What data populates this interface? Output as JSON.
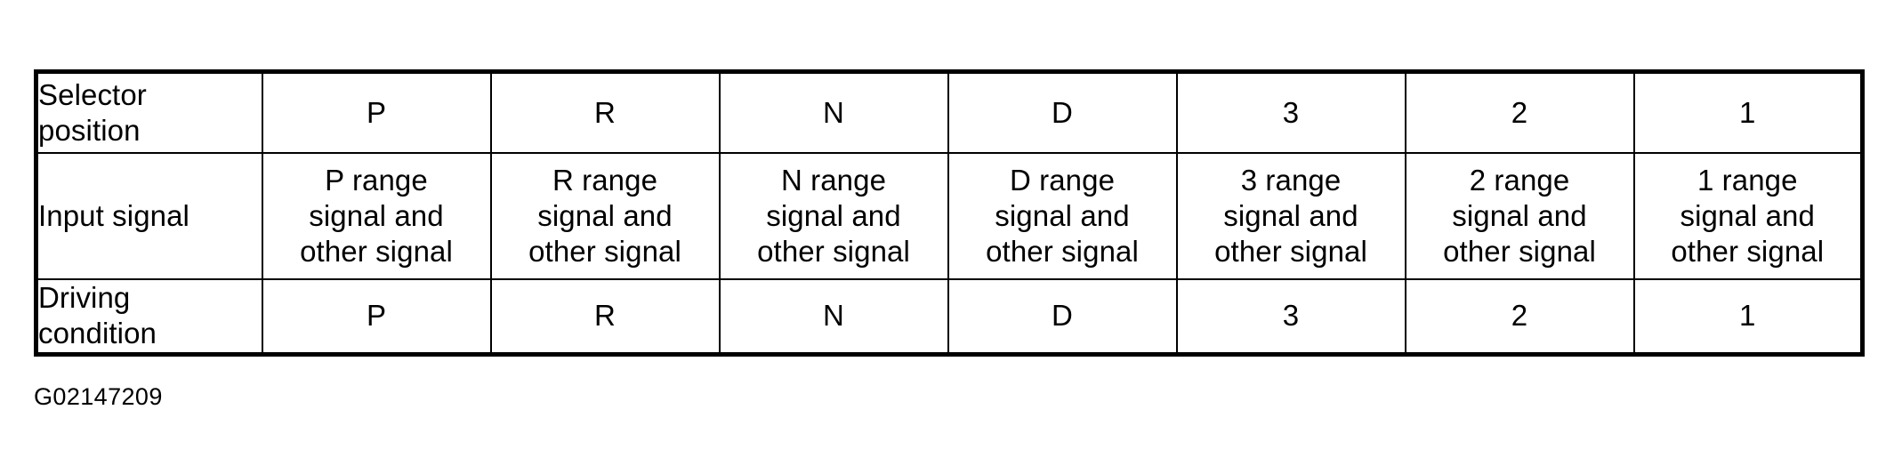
{
  "figure": {
    "caption": "G02147209"
  },
  "table": {
    "row_labels": {
      "selector_position": [
        "Selector",
        "position"
      ],
      "input_signal": [
        "Input signal"
      ],
      "driving_condition": [
        "Driving",
        "condition"
      ]
    },
    "columns": [
      "P",
      "R",
      "N",
      "D",
      "3",
      "2",
      "1"
    ],
    "rows": [
      {
        "id": "selector-position",
        "label_lines": [
          "Selector",
          "position"
        ],
        "cells": [
          {
            "lines": [
              "P"
            ]
          },
          {
            "lines": [
              "R"
            ]
          },
          {
            "lines": [
              "N"
            ]
          },
          {
            "lines": [
              "D"
            ]
          },
          {
            "lines": [
              "3"
            ]
          },
          {
            "lines": [
              "2"
            ]
          },
          {
            "lines": [
              "1"
            ]
          }
        ]
      },
      {
        "id": "input-signal",
        "label_lines": [
          "Input signal"
        ],
        "cells": [
          {
            "lines": [
              "P range",
              "signal and",
              "other signal"
            ]
          },
          {
            "lines": [
              "R range",
              "signal and",
              "other signal"
            ]
          },
          {
            "lines": [
              "N range",
              "signal and",
              "other signal"
            ]
          },
          {
            "lines": [
              "D range",
              "signal and",
              "other signal"
            ]
          },
          {
            "lines": [
              "3 range",
              "signal and",
              "other signal"
            ]
          },
          {
            "lines": [
              "2 range",
              "signal and",
              "other signal"
            ]
          },
          {
            "lines": [
              "1 range",
              "signal and",
              "other signal"
            ]
          }
        ]
      },
      {
        "id": "driving-condition",
        "label_lines": [
          "Driving",
          "condition"
        ],
        "cells": [
          {
            "lines": [
              "P"
            ]
          },
          {
            "lines": [
              "R"
            ]
          },
          {
            "lines": [
              "N"
            ]
          },
          {
            "lines": [
              "D"
            ]
          },
          {
            "lines": [
              "3"
            ]
          },
          {
            "lines": [
              "2"
            ]
          },
          {
            "lines": [
              "1"
            ]
          }
        ]
      }
    ]
  },
  "colors": {
    "ink": "#000000",
    "paper": "#ffffff"
  }
}
